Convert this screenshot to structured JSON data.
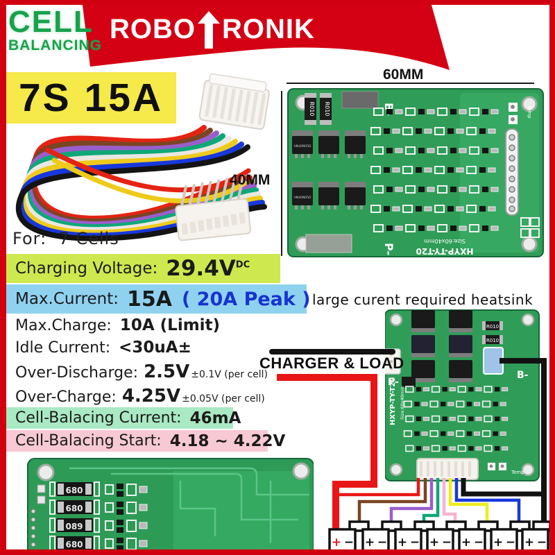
{
  "brand": {
    "badge": {
      "line1": "CELL",
      "line2": "BALANCING"
    },
    "logo": {
      "left": "ROBO",
      "right": "RONIK",
      "arrow_icon": "up-arrow"
    }
  },
  "model_banner": {
    "text": "7S 15A"
  },
  "for_line": {
    "label": "For:",
    "value": "7 Cells"
  },
  "dimensions": {
    "width": "60MM",
    "height": "40MM"
  },
  "specs": {
    "charging_voltage": {
      "label": "Charging Voltage:",
      "value": "29.4V",
      "unit_sup": "DC"
    },
    "max_current": {
      "label": "Max.Current:",
      "value": "15A",
      "peak": "( 20A Peak )"
    },
    "max_charge": {
      "label": "Max.Charge:",
      "value": "10A (Limit)"
    },
    "idle_current": {
      "label": "Idle Current:",
      "value": "<30uA±"
    },
    "over_discharge": {
      "label": "Over-Discharge:",
      "value": "2.5V",
      "tolerance": "±0.1V (per cell)"
    },
    "over_charge": {
      "label": "Over-Charge:",
      "value": "4.25V",
      "tolerance": "±0.05V (per cell)"
    },
    "balancing_current": {
      "label": "Cell-Balacing Current:",
      "value": "46mA"
    },
    "balancing_start": {
      "label": "Cell-Balacing Start:",
      "value": "4.18 ~ 4.22V"
    }
  },
  "notes": {
    "heatsink": "large curent required heatsink",
    "charger_load": "CHARGER & LOAD"
  },
  "pcb": {
    "model": "HXYP-TY-T20",
    "size_text": "Size:60x40mm",
    "b_minus": "B-",
    "p_minus": "P-",
    "temp": "Temp",
    "shunt_resistor": "R010",
    "mosfet_marking": "HN40N05D",
    "balance_resistor": "680",
    "balance_resistor_flipped": "089"
  },
  "battery_bank": {
    "cell_count": 7,
    "plus": "+",
    "minus": "−"
  },
  "colors": {
    "frame_red": "#d10010",
    "banner_red": "#d40013",
    "brand_green": "#17a24b",
    "model_yellow": "#f6e94a",
    "spec_lime": "#cde94f",
    "spec_blue": "#8fd2f0",
    "peak_text_blue": "#1733cf",
    "spec_mint": "#a9e9c3",
    "spec_pink": "#f7c9d4",
    "pcb_green": "#2f9d57",
    "harness_wire_colors": [
      "#e42313",
      "#7a4523",
      "#9a5ecb",
      "#0ea878",
      "#e9e7e2",
      "#eecb1a",
      "#1838dc",
      "#141414"
    ],
    "balance_wire_colors": [
      "#e81616",
      "#7a4523",
      "#9a5ecb",
      "#0ea878",
      "#f6b3d2",
      "#eded1e",
      "#1838dc",
      "#111111"
    ]
  }
}
